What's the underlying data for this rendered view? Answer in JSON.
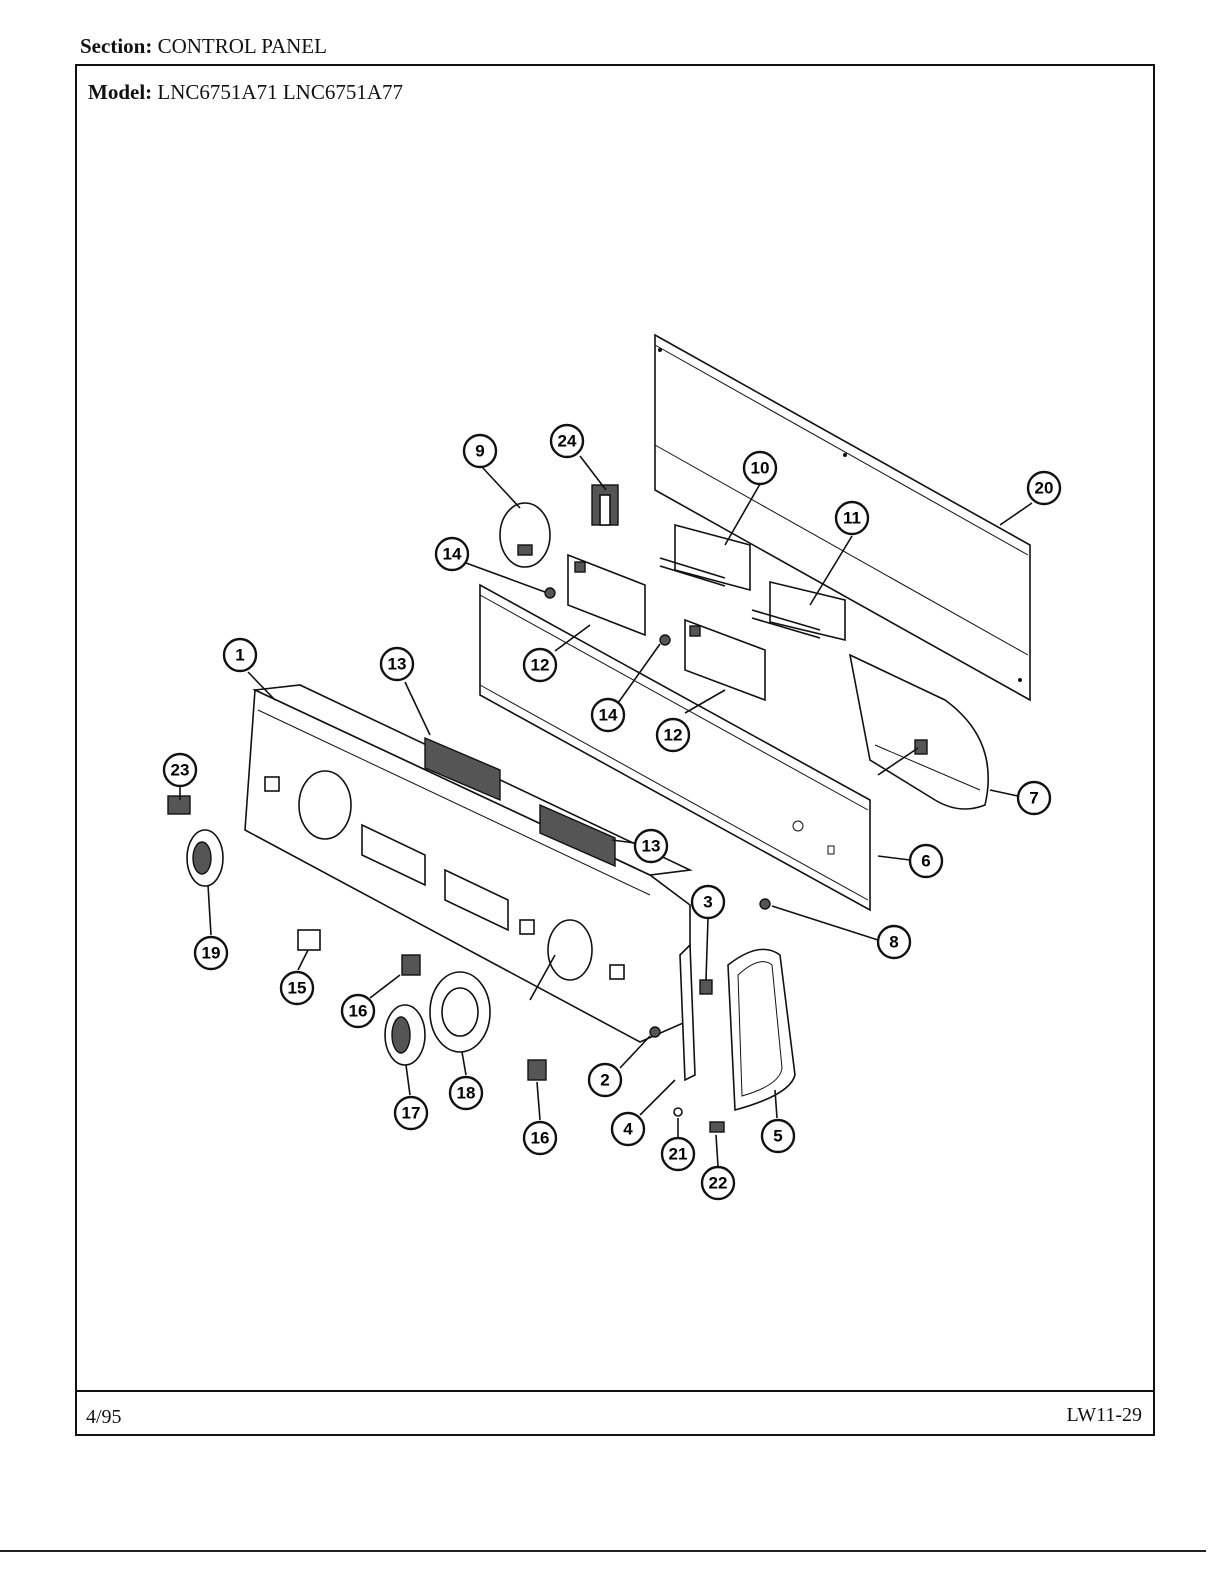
{
  "header": {
    "section_label": "Section:",
    "section_value": "CONTROL PANEL",
    "model_label": "Model:",
    "model_value": "LNC6751A71  LNC6751A77"
  },
  "footer": {
    "date": "4/95",
    "page_code": "LW11-29"
  },
  "callouts": {
    "c1": "1",
    "c2": "2",
    "c3": "3",
    "c4": "4",
    "c5": "5",
    "c6": "6",
    "c7": "7",
    "c8": "8",
    "c9": "9",
    "c10": "10",
    "c11": "11",
    "c12a": "12",
    "c12b": "12",
    "c13a": "13",
    "c13b": "13",
    "c14a": "14",
    "c14b": "14",
    "c15": "15",
    "c16a": "16",
    "c16b": "16",
    "c17": "17",
    "c18": "18",
    "c19": "19",
    "c20": "20",
    "c21": "21",
    "c22": "22",
    "c23": "23",
    "c24": "24"
  }
}
